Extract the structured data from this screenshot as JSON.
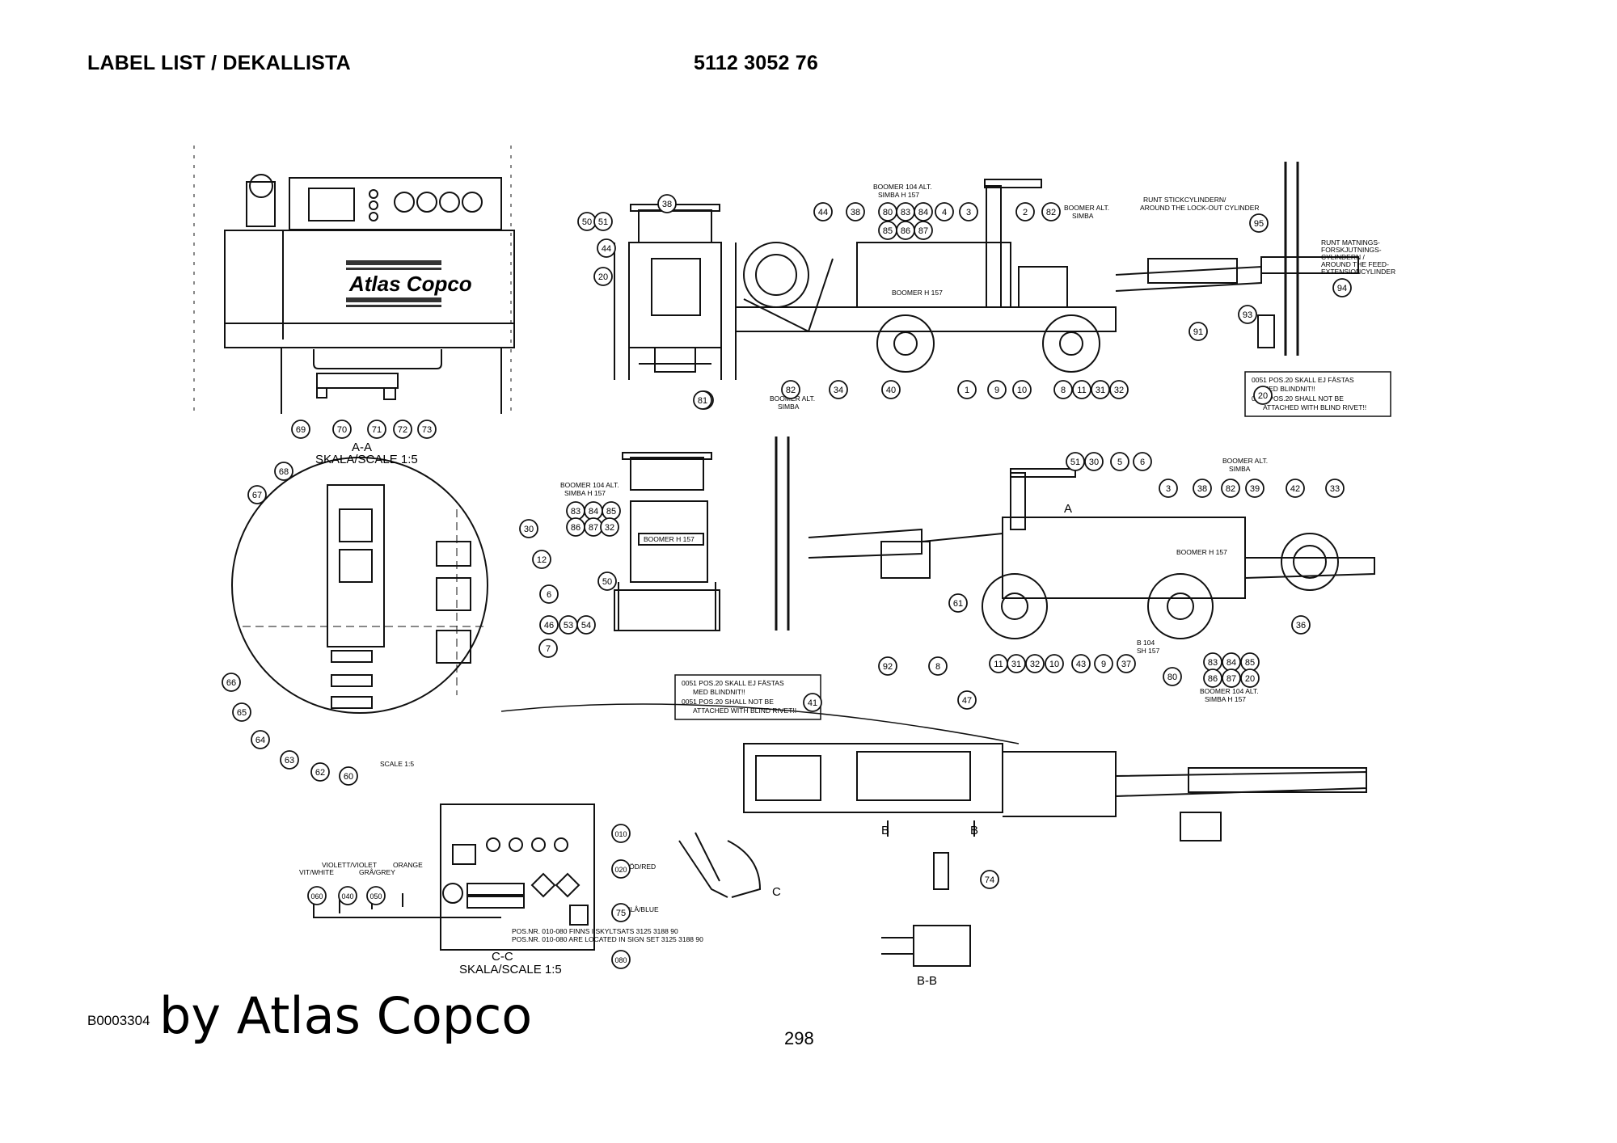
{
  "header": {
    "title": "LABEL LIST / DEKALLISTA",
    "document_number": "5112 3052 76"
  },
  "views": {
    "aa": {
      "name": "A-A",
      "scale": "SKALA/SCALE 1:5"
    },
    "cc": {
      "name": "C-C",
      "scale": "SKALA/SCALE 1:5"
    },
    "bb": {
      "name": "B-B"
    },
    "detail_scale": "SCALE 1:5",
    "section_marks": {
      "a": "A",
      "b": "B",
      "c": "C"
    }
  },
  "notes": {
    "boomer_top": [
      "BOOMER 104 ALT.",
      "SIMBA H 157"
    ],
    "boomer_top_right": [
      "BOOMER ALT.",
      "SIMBA"
    ],
    "boomer_bottom_left": [
      "BOOMER ALT.",
      "SIMBA"
    ],
    "lockout_top": [
      "RUNT STICKCYLINDERN/",
      "AROUND THE LOCK-OUT CYLINDER"
    ],
    "feed_ext": [
      "RUNT MATNINGS-",
      "FORSKJUTNINGS-",
      "CYLINDERN /",
      "AROUND THE FEED-",
      "EXTENSIONCYLINDER"
    ],
    "boomer_left": [
      "BOOMER 104 ALT.",
      "SIMBA H 157"
    ],
    "boomer_right": [
      "BOOMER ALT.",
      "SIMBA"
    ],
    "boomer_bottom_right": [
      "BOOMER 104 ALT.",
      "SIMBA H 157"
    ],
    "b104": [
      "B 104",
      "SH 157"
    ],
    "colors": {
      "white": "VIT/WHITE",
      "violet": "VIOLETT/VIOLET",
      "grey": "GRÅ/GREY",
      "orange": "ORANGE",
      "red": "RÖD/RED",
      "blue": "BLÅ/BLUE"
    },
    "pos_note_cc": [
      "POS.NR. 010-080 FINNS I SKYLTSATS 3125 3188 90",
      "POS.NR. 010-080 ARE LOCATED IN SIGN SET 3125 3188 90"
    ]
  },
  "rivet_boxes": [
    [
      "0051 POS.20 SKALL EJ FÄSTAS",
      "MED BLINDNIT!!",
      "0051 POS.20 SHALL NOT BE",
      "ATTACHED WITH BLIND RIVET!!"
    ],
    [
      "0051 POS.20 SKALL EJ FÄSTAS",
      "MED BLINDNIT!!",
      "0051 POS.20 SHALL NOT BE",
      "ATTACHED WITH BLIND RIVET!!"
    ]
  ],
  "logo_text": "Atlas Copco",
  "decals": {
    "machine": "BOOMER H 157"
  },
  "balloons": [
    "50",
    "51",
    "44",
    "20",
    "38",
    "81",
    "81",
    "69",
    "70",
    "71",
    "72",
    "73",
    "44",
    "38",
    "80",
    "83",
    "84",
    "85",
    "86",
    "87",
    "4",
    "3",
    "2",
    "82",
    "82",
    "34",
    "40",
    "1",
    "9",
    "10",
    "8",
    "11",
    "31",
    "32",
    "95",
    "94",
    "93",
    "91",
    "20",
    "68",
    "67",
    "30",
    "12",
    "6",
    "46",
    "53",
    "54",
    "7",
    "66",
    "65",
    "64",
    "63",
    "62",
    "60",
    "83",
    "84",
    "85",
    "86",
    "87",
    "32",
    "50",
    "51",
    "30",
    "5",
    "6",
    "3",
    "38",
    "82",
    "39",
    "42",
    "33",
    "36",
    "61",
    "92",
    "8",
    "11",
    "31",
    "32",
    "10",
    "43",
    "9",
    "37",
    "80",
    "83",
    "84",
    "85",
    "86",
    "87",
    "20",
    "41",
    "47",
    "74",
    "010",
    "020",
    "75",
    "080",
    "060",
    "040",
    "050"
  ],
  "footer": {
    "code": "B0003304",
    "brand": "by Atlas Copco",
    "page": "298"
  }
}
